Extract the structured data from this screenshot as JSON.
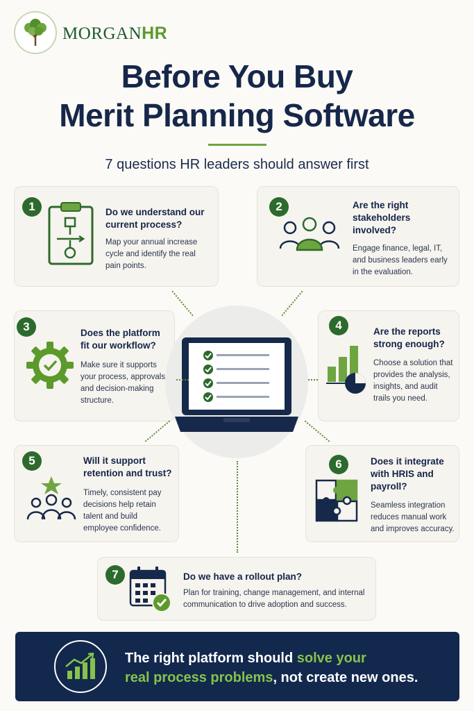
{
  "brand": {
    "part1": "MORGAN",
    "part2": "HR"
  },
  "title": {
    "line1": "Before You Buy",
    "line2": "Merit Planning Software"
  },
  "subtitle": "7 questions HR leaders should answer first",
  "questions": [
    {
      "num": "1",
      "question": "Do we understand our current process?",
      "desc": "Map your annual increase cycle and identify the real pain points."
    },
    {
      "num": "2",
      "question": "Are the right stakeholders involved?",
      "desc": "Engage finance, legal, IT, and business leaders early in the evaluation."
    },
    {
      "num": "3",
      "question": "Does the platform fit our workflow?",
      "desc": "Make sure it supports your process, approvals, and decision-making structure."
    },
    {
      "num": "4",
      "question": "Are the reports strong enough?",
      "desc": "Choose a solution that provides the analysis, insights, and audit trails you need."
    },
    {
      "num": "5",
      "question": "Will it support retention and trust?",
      "desc": "Timely, consistent pay decisions help retain talent and build employee confidence."
    },
    {
      "num": "6",
      "question": "Does it integrate with HRIS and payroll?",
      "desc": "Seamless integration reduces manual work and improves accuracy."
    },
    {
      "num": "7",
      "question": "Do we have a rollout plan?",
      "desc": "Plan for training, change management, and internal communication to drive adoption and success."
    }
  ],
  "banner": {
    "part1": "The right platform should ",
    "highlight1": "solve your",
    "highlight2": "real process problems",
    "part2": ", not create new ones."
  },
  "colors": {
    "navy": "#13284d",
    "green": "#2d6a2d",
    "accent": "#6ea541"
  }
}
